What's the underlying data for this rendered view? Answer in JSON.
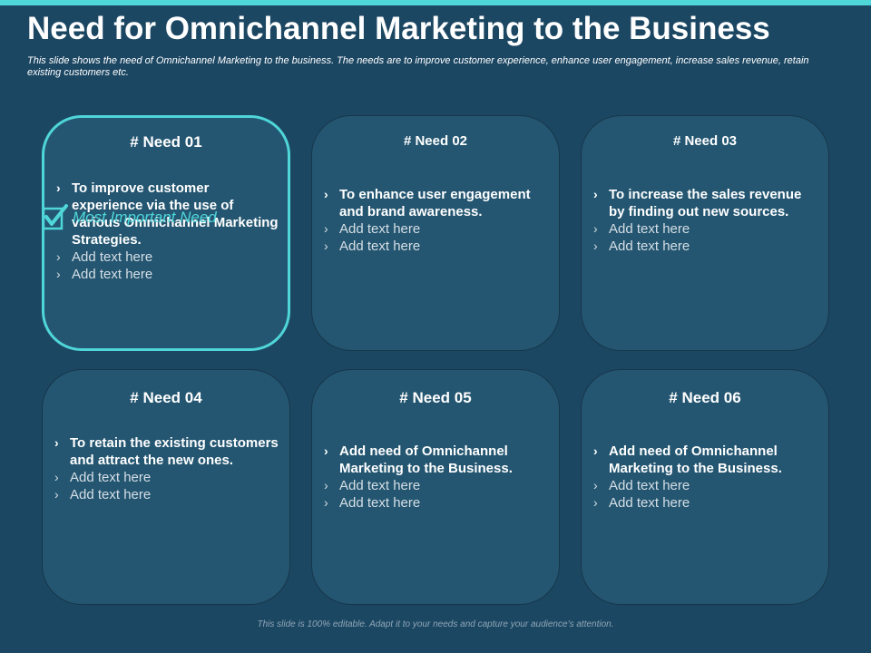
{
  "slide": {
    "title": "Need for Omnichannel Marketing to the Business",
    "subtitle": "This slide shows the need of Omnichannel Marketing to the business. The needs are to improve customer experience, enhance user engagement, increase sales revenue, retain existing customers etc.",
    "footer": "This slide is 100% editable. Adapt it to your needs and capture your audience’s attention."
  },
  "colors": {
    "background": "#1c4763",
    "card": "#245671",
    "accent": "#4fd6d8"
  },
  "cards": [
    {
      "heading": "# Need 01",
      "main": "To improve customer experience via the use of various Omnichannel Marketing Strategies.",
      "sub1": "Add text here",
      "sub2": "Add text here"
    },
    {
      "heading": "# Need 02",
      "main": "To enhance user engagement and brand awareness.",
      "sub1": "Add text here",
      "sub2": "Add text here"
    },
    {
      "heading": "# Need 03",
      "main": "To increase the sales revenue by finding out new sources.",
      "sub1": "Add text here",
      "sub2": "Add text here"
    },
    {
      "heading": "# Need 04",
      "main": "To retain the existing customers and attract the new ones.",
      "sub1": "Add text here",
      "sub2": "Add text here"
    },
    {
      "heading": "# Need 05",
      "main": "Add need of Omnichannel Marketing to the Business.",
      "sub1": "Add text here",
      "sub2": "Add text here"
    },
    {
      "heading": "# Need 06",
      "main": "Add need of Omnichannel Marketing to the Business.",
      "sub1": "Add text here",
      "sub2": "Add text here"
    }
  ],
  "badge": {
    "label": "Most Important Need",
    "icon": "checkbox-check-icon"
  },
  "bullet_glyph": "›"
}
